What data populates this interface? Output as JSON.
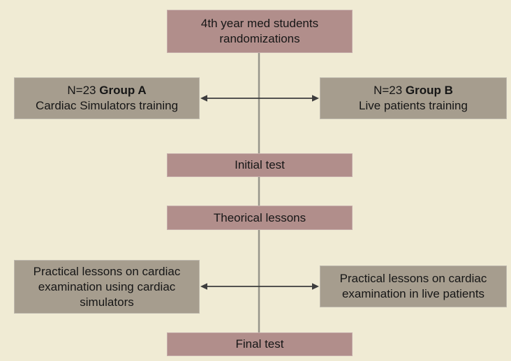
{
  "colors": {
    "background": "#f0ebd4",
    "mauve_box": "#b18e8b",
    "gray_box": "#a69d8e",
    "text": "#161616",
    "vertical_line": "#97958a",
    "arrow": "#3d3d3d"
  },
  "nodes": {
    "randomization": {
      "text": "4th year med students randomizations"
    },
    "group_a": {
      "n": "N=23",
      "name": "Group A",
      "line2": "Cardiac Simulators training"
    },
    "group_b": {
      "n": "N=23",
      "name": "Group B",
      "line2": "Live patients training"
    },
    "initial_test": {
      "text": "Initial test"
    },
    "theorical_lessons": {
      "text": "Theorical lessons"
    },
    "practical_simulators": {
      "text": "Practical lessons on cardiac examination using cardiac simulators"
    },
    "practical_patients": {
      "text": "Practical lessons on cardiac examination in live patients"
    },
    "final_test": {
      "text": "Final test"
    }
  }
}
